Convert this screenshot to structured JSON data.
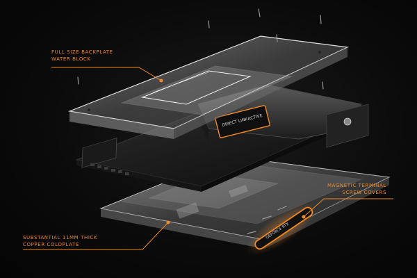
{
  "callouts": {
    "backplate": {
      "line1": "FULL SIZE BACKPLATE",
      "line2": "WATER BLOCK"
    },
    "coldplate": {
      "line1": "SUBSTANTIAL 11MM THICK",
      "line2": "COPPER COLDPLATE"
    },
    "screw_covers": {
      "line1": "MAGNETIC TERMINAL",
      "line2": "SCREW COVERS"
    }
  },
  "product_labels": {
    "terminal_left": "DIRECT LINK",
    "terminal_right": "ACTIVE",
    "screw_cover": "GEFORCE RTX"
  },
  "colors": {
    "accent": "#f08a24",
    "background": "#0b0b0b"
  }
}
